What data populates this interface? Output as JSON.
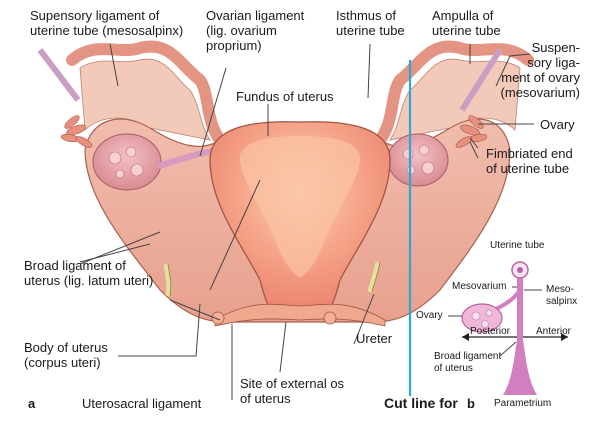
{
  "panel_a": {
    "panel_letter": "a",
    "labels": {
      "suspensory_tube": [
        "Supensory ligament of",
        "uterine tube (mesosalpinx)"
      ],
      "ovarian_lig": [
        "Ovarian ligament",
        "(lig. ovarium",
        "proprium)"
      ],
      "isthmus": [
        "Isthmus of",
        "uterine tube"
      ],
      "ampulla": [
        "Ampulla of",
        "uterine tube"
      ],
      "suspensory_ovary": [
        "Suspen-",
        "sory liga-",
        "ment of ovary",
        "(mesovarium)"
      ],
      "ovary": "Ovary",
      "fimbriated": [
        "Fimbriated end",
        "of uterine tube"
      ],
      "fundus": "Fundus of uterus",
      "broad_lig": [
        "Broad ligament of",
        "uterus (lig. latum uteri)"
      ],
      "body": [
        "Body of uterus",
        "(corpus uteri)"
      ],
      "uterosacral": "Uterosacral ligament",
      "external_os": [
        "Site of external os",
        "of uterus"
      ],
      "ureter": "Ureter",
      "cut_line": "Cut line for"
    }
  },
  "panel_b": {
    "panel_letter": "b",
    "labels": {
      "uterine_tube": "Uterine tube",
      "mesovarium": "Mesovarium",
      "mesosalpinx": [
        "Meso-",
        "salpinx"
      ],
      "ovary": "Ovary",
      "posterior": "Posterior",
      "anterior": "Anterior",
      "broad_lig": [
        "Broad ligament",
        "of uterus"
      ],
      "parametrium": "Parametrium"
    }
  },
  "colors": {
    "tissue": "#eea493",
    "tissue_light": "#f6c3b3",
    "ligament": "#eab2a2",
    "uterus": "#f59a80",
    "uterus_core": "#fbbf9e",
    "ovary": "#e89aa0",
    "cut_line": "#2aa7d6",
    "panel_b": "#d27fc0"
  }
}
